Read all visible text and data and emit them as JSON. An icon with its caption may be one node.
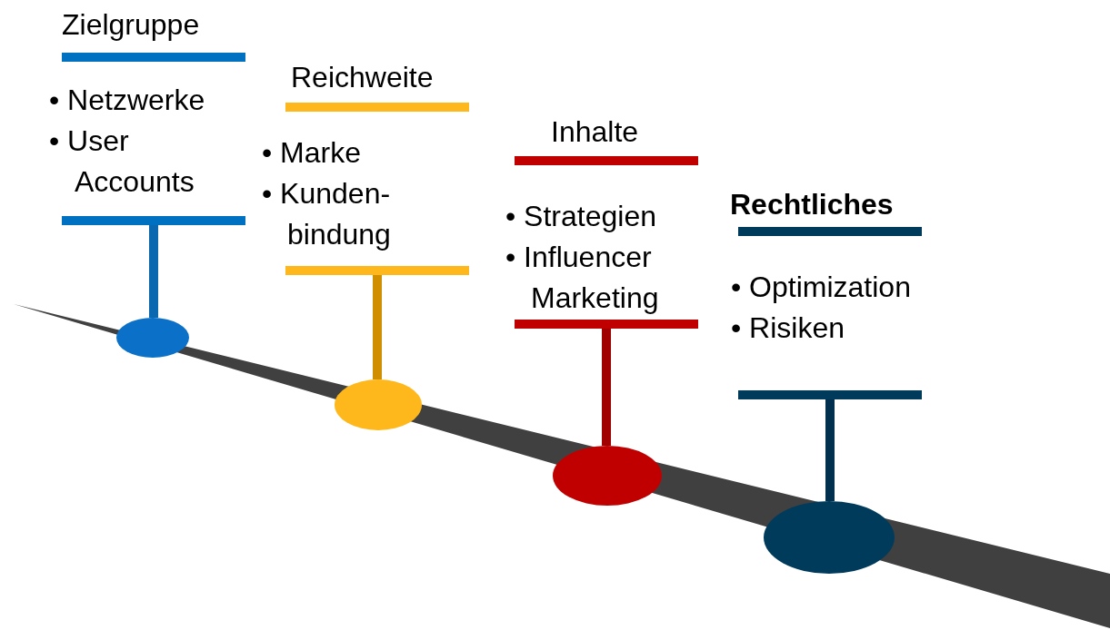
{
  "diagram": {
    "nodes": [
      {
        "text": [
          "Zielgruppe",
          "• Netzwerke",
          "• User Accounts"
        ]
      },
      {
        "text": [
          "Reichweite",
          "• Marke",
          "• Kunden-bindung"
        ]
      },
      {
        "text": [
          "Inhalte",
          "• Strategien",
          "• Influencer Marketing"
        ]
      },
      {
        "text": [
          "Rechtliches",
          "• Optimization",
          "• Risiken"
        ]
      },
      {
        "text": [],
        "shape": "circle"
      },
      {
        "text": [],
        "shape": "circle"
      },
      {
        "text": [],
        "shape": "circle"
      },
      {
        "text": [],
        "shape": "circle"
      }
    ],
    "edges": [
      {
        "from": 0,
        "to": 4,
        "arrow": "none",
        "color": "#0a68b0"
      },
      {
        "from": 1,
        "to": 5,
        "arrow": "none",
        "color": "#d08f00"
      },
      {
        "from": 2,
        "to": 6,
        "arrow": "none",
        "color": "#a00000"
      },
      {
        "from": 3,
        "to": 7,
        "arrow": "none",
        "color": "#00304d"
      }
    ]
  }
}
